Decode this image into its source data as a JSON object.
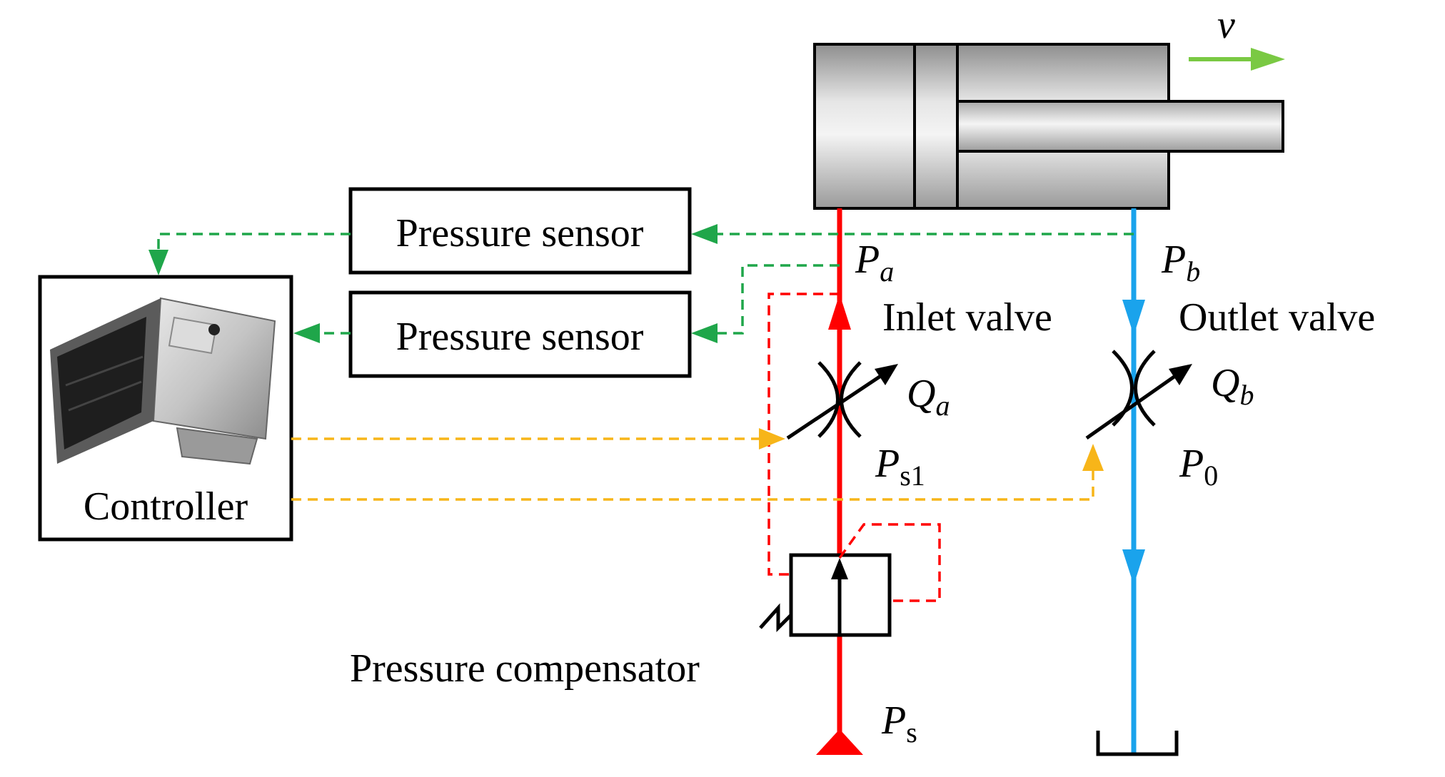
{
  "labels": {
    "pressure_sensor_top": "Pressure sensor",
    "pressure_sensor_bottom": "Pressure sensor",
    "controller": "Controller",
    "inlet_valve": "Inlet valve",
    "outlet_valve": "Outlet valve",
    "pressure_compensator": "Pressure compensator",
    "velocity": "v",
    "Pa": {
      "main": "P",
      "sub": "a"
    },
    "Pb": {
      "main": "P",
      "sub": "b"
    },
    "Qa": {
      "main": "Q",
      "sub": "a"
    },
    "Qb": {
      "main": "Q",
      "sub": "b"
    },
    "Ps1": {
      "main": "P",
      "sub": "s1"
    },
    "P0": {
      "main": "P",
      "sub": "0"
    },
    "Ps": {
      "main": "P",
      "sub": "s"
    }
  },
  "colors": {
    "supply_line": "#ff0000",
    "return_line": "#1aa3ec",
    "sensor_signal": "#1fa64a",
    "control_signal": "#f7b519",
    "pilot_line": "#ff0000",
    "outline": "#000000"
  }
}
